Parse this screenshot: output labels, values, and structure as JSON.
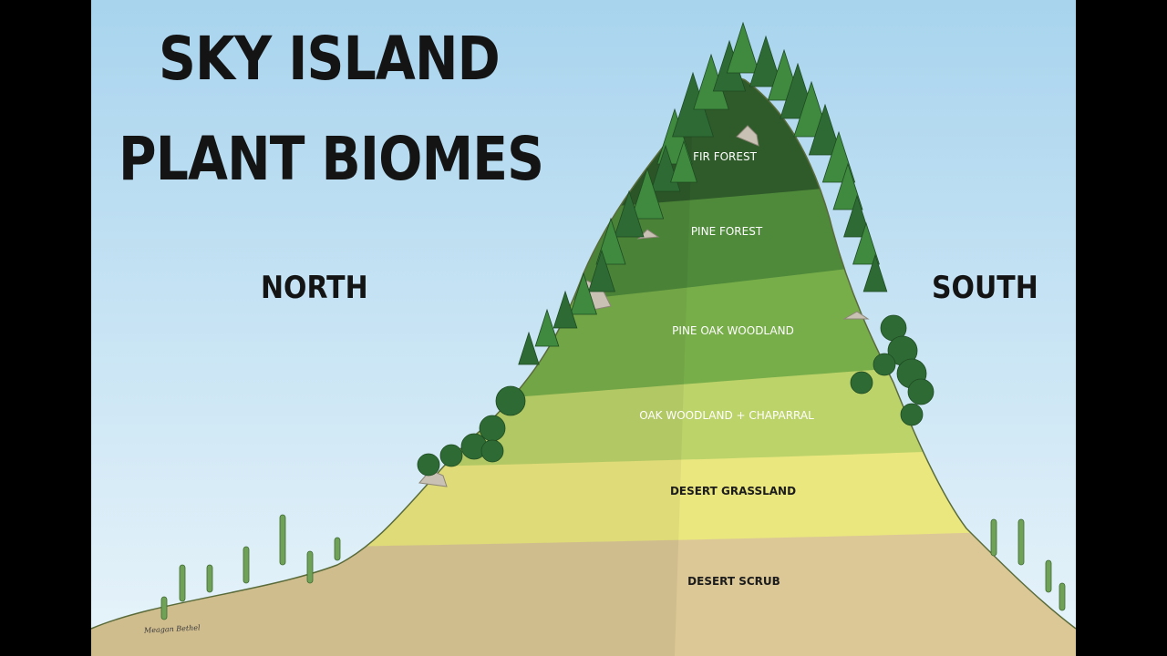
{
  "title": {
    "line1": "SKY ISLAND",
    "line2": "PLANT BIOMES"
  },
  "directions": {
    "north": "NORTH",
    "south": "SOUTH"
  },
  "zones": [
    {
      "id": "fir",
      "label": "FIR FOREST",
      "color": "#2f5a2a"
    },
    {
      "id": "pine",
      "label": "PINE FOREST",
      "color": "#4f8a3a"
    },
    {
      "id": "pine_oak",
      "label": "PINE OAK WOODLAND",
      "color": "#78ae4a"
    },
    {
      "id": "oak",
      "label": "OAK WOODLAND + CHAPARRAL",
      "color": "#bcd36a"
    },
    {
      "id": "grassland",
      "label": "DESERT GRASSLAND",
      "color": "#eae77f"
    },
    {
      "id": "scrub",
      "label": "DESERT SCRUB",
      "color": "#dcc896"
    }
  ],
  "signature": "Meagan Bethel",
  "colors": {
    "sky_top": "#a8d4ee",
    "sky_bottom": "#e8f4fa",
    "tree_dark": "#2e6b34",
    "tree_mid": "#3f8a3e",
    "cactus": "#6fa257",
    "rock": "#c9c2b4"
  }
}
